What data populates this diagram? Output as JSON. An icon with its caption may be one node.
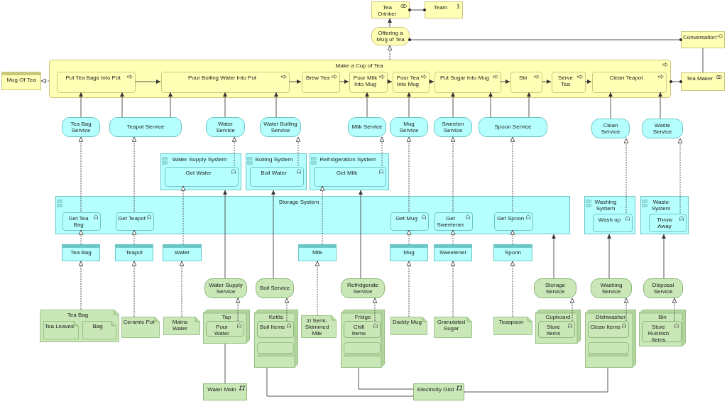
{
  "diagram": {
    "nodes": [
      {
        "text": [
          "Tea Drinker"
        ]
      },
      {
        "text": [
          "Team"
        ]
      },
      {
        "text": [
          "Offering a Mug of Tea"
        ]
      },
      {
        "text": [
          "Conversation"
        ]
      },
      {
        "text": [
          "Mug Of Tea"
        ]
      },
      {
        "text": [
          "Make a Cup of Tea"
        ]
      },
      {
        "text": [
          "Put Tea Bags Into Pot"
        ],
        "in": 5
      },
      {
        "text": [
          "Pour Boiling Water Into Pot"
        ],
        "in": 5
      },
      {
        "text": [
          "Brew Tea"
        ],
        "in": 5
      },
      {
        "text": [
          "Pour Milk Into Mug"
        ],
        "in": 5
      },
      {
        "text": [
          "Pour Tea Into Mug"
        ],
        "in": 5
      },
      {
        "text": [
          "Put Sugar Into Mug"
        ],
        "in": 5
      },
      {
        "text": [
          "Stir"
        ],
        "in": 5
      },
      {
        "text": [
          "Serve Tea"
        ],
        "in": 5
      },
      {
        "text": [
          "Clean Teapot"
        ],
        "in": 5
      },
      {
        "text": [
          "Tea Maker"
        ]
      },
      {
        "text": [
          "Tea Bag Service"
        ]
      },
      {
        "text": [
          "Teapot Service"
        ]
      },
      {
        "text": [
          "Water Service"
        ]
      },
      {
        "text": [
          "Water Boiling Service"
        ]
      },
      {
        "text": [
          "Milk Service"
        ]
      },
      {
        "text": [
          "Mug Service"
        ]
      },
      {
        "text": [
          "Sweeten Service"
        ]
      },
      {
        "text": [
          "Spoon Service"
        ]
      },
      {
        "text": [
          "Clean Service"
        ]
      },
      {
        "text": [
          "Waste Service"
        ]
      },
      {
        "text": [
          "Water Supply System"
        ]
      },
      {
        "text": [
          "Get Water"
        ],
        "in": 26
      },
      {
        "text": [
          "Boiling System"
        ]
      },
      {
        "text": [
          "Boil Water"
        ],
        "in": 28
      },
      {
        "text": [
          "Refridgeration System"
        ]
      },
      {
        "text": [
          "Get Milk"
        ],
        "in": 30
      },
      {
        "text": [
          "Storage System"
        ]
      },
      {
        "text": [
          "Get Tea Bag"
        ],
        "in": 32
      },
      {
        "text": [
          "Get Teapot"
        ],
        "in": 32
      },
      {
        "text": [
          "Get Mug"
        ],
        "in": 32
      },
      {
        "text": [
          "Get Sweetener"
        ],
        "in": 32
      },
      {
        "text": [
          "Get Spoon"
        ],
        "in": 32
      },
      {
        "text": [
          "Washing System"
        ]
      },
      {
        "text": [
          "Wash up"
        ],
        "in": 38
      },
      {
        "text": [
          "Waste System"
        ]
      },
      {
        "text": [
          "Throw Away"
        ],
        "in": 40
      },
      {
        "text": [
          "Tea Bag"
        ]
      },
      {
        "text": [
          "Teapot"
        ]
      },
      {
        "text": [
          "Water"
        ]
      },
      {
        "text": [
          "Milk"
        ]
      },
      {
        "text": [
          "Mug"
        ]
      },
      {
        "text": [
          "Sweetener"
        ]
      },
      {
        "text": [
          "Spoon"
        ]
      },
      {
        "text": [
          "Water Supply Service"
        ]
      },
      {
        "text": [
          "Boil Service"
        ]
      },
      {
        "text": [
          "Refridgerate Service"
        ]
      },
      {
        "text": [
          "Storage Service"
        ]
      },
      {
        "text": [
          "Washing Service"
        ]
      },
      {
        "text": [
          "Disposal Service"
        ]
      },
      {
        "text": [
          "Tea Bag"
        ]
      },
      {
        "text": [
          "Tea Leaves"
        ],
        "in": 55
      },
      {
        "text": [
          "Bag"
        ],
        "in": 55
      },
      {
        "text": [
          "Ceramic Pot"
        ]
      },
      {
        "text": [
          "Mains Water"
        ]
      },
      {
        "text": [
          "Tap"
        ]
      },
      {
        "text": [
          "Pour Water"
        ],
        "in": 60
      },
      {
        "text": [
          "Kettle"
        ]
      },
      {
        "text": [
          "Boil Items"
        ],
        "in": 62
      },
      {
        "text": [],
        "shape": "box",
        "in": 62
      },
      {
        "text": [
          "1l Semi-Skimmed Milk"
        ]
      },
      {
        "text": [
          "Fridge"
        ]
      },
      {
        "text": [
          "Chill Items"
        ],
        "in": 66
      },
      {
        "text": [],
        "shape": "box",
        "in": 66
      },
      {
        "text": [
          "Daddy Mug"
        ]
      },
      {
        "text": [
          "Granulated Sugar"
        ]
      },
      {
        "text": [
          "Teaspoon"
        ]
      },
      {
        "text": [
          "Cupboard"
        ]
      },
      {
        "text": [
          "Store Items"
        ],
        "in": 72
      },
      {
        "text": [
          "Dishwasher"
        ]
      },
      {
        "text": [
          "Clean Items"
        ],
        "in": 74
      },
      {
        "text": [],
        "shape": "box",
        "in": 74
      },
      {
        "text": [
          "Bin"
        ]
      },
      {
        "text": [
          "Store Rubbish Items"
        ],
        "in": 77
      },
      {
        "text": [
          "Water Main"
        ]
      },
      {
        "text": [
          "Electricity Grid"
        ]
      }
    ],
    "edges": [
      {
        "from": 0,
        "to": 1,
        "arrow": "other"
      },
      {
        "from": 2,
        "to": 0,
        "arrow": "to"
      },
      {
        "from": 3,
        "to": 2,
        "arrow": "other"
      },
      {
        "from": 15,
        "to": 3,
        "arrow": "none"
      },
      {
        "from": 15,
        "to": 5,
        "arrow": "other"
      },
      {
        "from": 5,
        "to": 2,
        "arrow": "to",
        "style": "dashed"
      },
      {
        "from": 5,
        "to": 4,
        "arrow": "to",
        "style": "dashed"
      },
      {
        "from": 6,
        "to": 7,
        "arrow": "to"
      },
      {
        "from": 7,
        "to": 8,
        "arrow": "to"
      },
      {
        "from": 8,
        "to": 9,
        "arrow": "to"
      },
      {
        "from": 9,
        "to": 10,
        "arrow": "to"
      },
      {
        "from": 10,
        "to": 11,
        "arrow": "to"
      },
      {
        "from": 11,
        "to": 12,
        "arrow": "to"
      },
      {
        "from": 12,
        "to": 13,
        "arrow": "to"
      },
      {
        "from": 13,
        "to": 14,
        "arrow": "to"
      },
      {
        "from": 16,
        "to": 6,
        "arrow": "to"
      },
      {
        "from": 17,
        "to": 6,
        "arrow": "to"
      },
      {
        "from": 17,
        "to": 7,
        "arrow": "to"
      },
      {
        "from": 18,
        "to": 7,
        "arrow": "to"
      },
      {
        "from": 19,
        "to": 7,
        "arrow": "to"
      },
      {
        "from": 20,
        "to": 9,
        "arrow": "to"
      },
      {
        "from": 21,
        "to": 10,
        "arrow": "to"
      },
      {
        "from": 22,
        "to": 11,
        "arrow": "to"
      },
      {
        "from": 23,
        "to": 11,
        "arrow": "to"
      },
      {
        "from": 23,
        "to": 12,
        "arrow": "to"
      },
      {
        "from": 24,
        "to": 14,
        "arrow": "to"
      },
      {
        "from": 25,
        "to": 14,
        "arrow": "to"
      },
      {
        "from": 33,
        "to": 16,
        "arrow": "to",
        "style": "dashed"
      },
      {
        "from": 34,
        "to": 17,
        "arrow": "to",
        "style": "dashed"
      },
      {
        "from": 27,
        "to": 18,
        "arrow": "to",
        "style": "dashed"
      },
      {
        "from": 29,
        "to": 19,
        "arrow": "to",
        "style": "dashed"
      },
      {
        "from": 31,
        "to": 20,
        "arrow": "to",
        "style": "dashed"
      },
      {
        "from": 35,
        "to": 21,
        "arrow": "to",
        "style": "dashed"
      },
      {
        "from": 36,
        "to": 22,
        "arrow": "to",
        "style": "dashed"
      },
      {
        "from": 37,
        "to": 23,
        "arrow": "to",
        "style": "dashed"
      },
      {
        "from": 39,
        "to": 24,
        "arrow": "to",
        "style": "dashed"
      },
      {
        "from": 41,
        "to": 25,
        "arrow": "to",
        "style": "dashed"
      },
      {
        "from": 42,
        "to": 33,
        "arrow": "to",
        "style": "dashed"
      },
      {
        "from": 43,
        "to": 34,
        "arrow": "to",
        "style": "dashed"
      },
      {
        "from": 44,
        "to": 27,
        "arrow": "to",
        "style": "dashed"
      },
      {
        "from": 45,
        "to": 31,
        "arrow": "to",
        "style": "dashed"
      },
      {
        "from": 46,
        "to": 35,
        "arrow": "to",
        "style": "dashed"
      },
      {
        "from": 47,
        "to": 36,
        "arrow": "to",
        "style": "dashed"
      },
      {
        "from": 48,
        "to": 37,
        "arrow": "to",
        "style": "dashed"
      },
      {
        "from": 49,
        "to": 26,
        "arrow": "to"
      },
      {
        "from": 50,
        "to": 28,
        "arrow": "to"
      },
      {
        "from": 51,
        "to": 30,
        "arrow": "to"
      },
      {
        "from": 52,
        "to": 32,
        "arrow": "to"
      },
      {
        "from": 53,
        "to": 38,
        "arrow": "to"
      },
      {
        "from": 54,
        "to": 40,
        "arrow": "to"
      },
      {
        "from": 61,
        "to": 49,
        "arrow": "to",
        "style": "dashed"
      },
      {
        "from": 63,
        "to": 50,
        "arrow": "to",
        "style": "dashed"
      },
      {
        "from": 67,
        "to": 51,
        "arrow": "to",
        "style": "dashed"
      },
      {
        "from": 73,
        "to": 52,
        "arrow": "to",
        "style": "dashed"
      },
      {
        "from": 75,
        "to": 53,
        "arrow": "to",
        "style": "dashed"
      },
      {
        "from": 78,
        "to": 54,
        "arrow": "to",
        "style": "dashed"
      },
      {
        "from": 55,
        "to": 42,
        "arrow": "to",
        "style": "dashed"
      },
      {
        "from": 58,
        "to": 43,
        "arrow": "to",
        "style": "dashed"
      },
      {
        "from": 59,
        "to": 44,
        "arrow": "to",
        "style": "dashed"
      },
      {
        "from": 65,
        "to": 45,
        "arrow": "to",
        "style": "dashed"
      },
      {
        "from": 69,
        "to": 46,
        "arrow": "to",
        "style": "dashed"
      },
      {
        "from": 70,
        "to": 47,
        "arrow": "to",
        "style": "dashed"
      },
      {
        "from": 71,
        "to": 48,
        "arrow": "to",
        "style": "dashed"
      },
      {
        "from": 60,
        "to": 79,
        "arrow": "none"
      },
      {
        "from": 62,
        "to": 80,
        "arrow": "none"
      },
      {
        "from": 66,
        "to": 80,
        "arrow": "none"
      },
      {
        "from": 74,
        "to": 80,
        "arrow": "none"
      }
    ]
  }
}
